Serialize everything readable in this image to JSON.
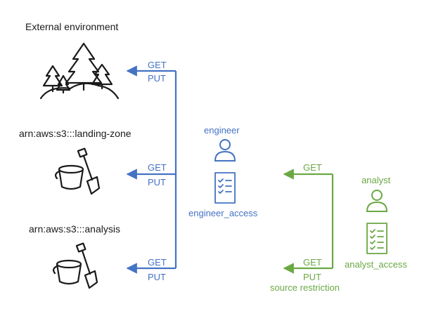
{
  "labels": {
    "external_environment": "External environment",
    "landing_zone": "arn:aws:s3:::landing-zone",
    "analysis": "arn:aws:s3:::analysis",
    "engineer": "engineer",
    "engineer_access": "engineer_access",
    "analyst": "analyst",
    "analyst_access": "analyst_access",
    "get": "GET",
    "put": "PUT",
    "source_restriction": "source restriction"
  },
  "colors": {
    "engineer": "#4472c4",
    "analyst": "#6aa843",
    "icon": "#1a1a1a"
  },
  "icons": {
    "external": "forest-icon",
    "bucket": "bucket-shovel-icon",
    "user": "user-icon",
    "policy": "checklist-document-icon"
  }
}
